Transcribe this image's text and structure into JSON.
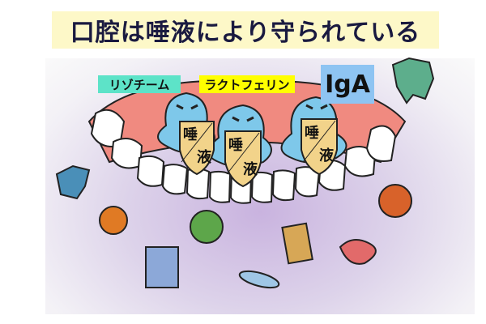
{
  "title": "口腔は唾液により守られている",
  "labels": {
    "lysozyme": "リゾチーム",
    "lactoferrin": "ラクトフェリン",
    "iga": "IgA"
  },
  "shield": {
    "top": "唾",
    "bottom": "液"
  },
  "colors": {
    "title_bg": "#fdf8c8",
    "lysozyme": "#5de3c8",
    "lactoferrin": "#ffff00",
    "iga": "#8ec4f2",
    "gum": "#f08a80",
    "guard": "#7ec8ea"
  }
}
